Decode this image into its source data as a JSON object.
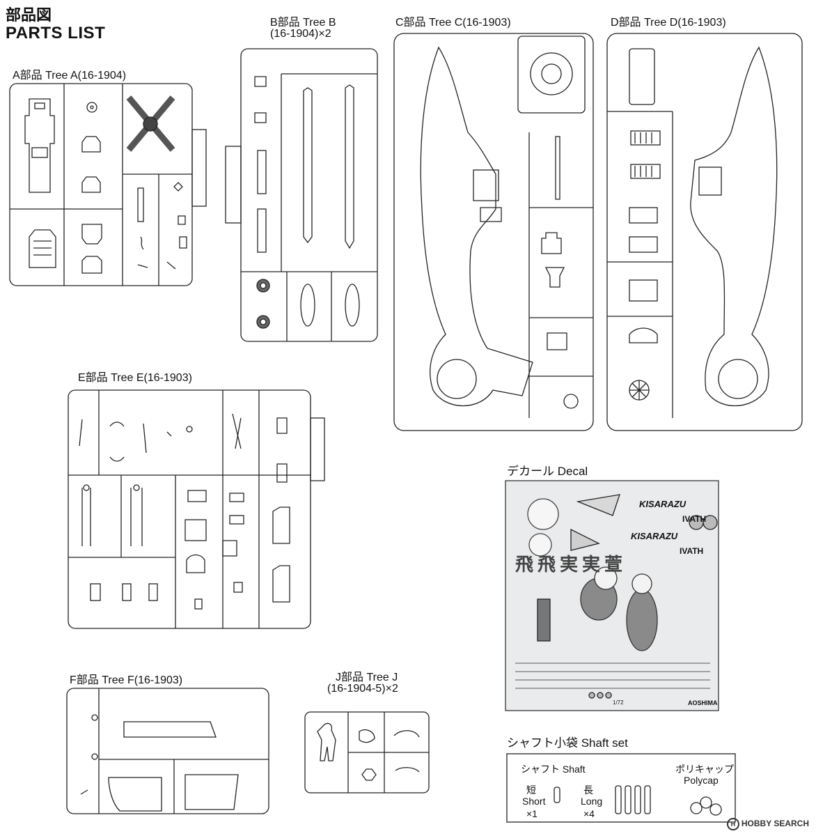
{
  "header": {
    "title_jp": "部品図",
    "title_en": "PARTS LIST"
  },
  "trees": {
    "a": {
      "label": "A部品 Tree A(16-1904)"
    },
    "b": {
      "label": "B部品 Tree B",
      "sub": "(16-1904)×2"
    },
    "c": {
      "label": "C部品 Tree C(16-1903)"
    },
    "d": {
      "label": "D部品 Tree D(16-1903)"
    },
    "e": {
      "label": "E部品 Tree E(16-1903)"
    },
    "f": {
      "label": "F部品 Tree F(16-1903)"
    },
    "j": {
      "label": "J部品 Tree J",
      "sub": "(16-1904-5)×2"
    }
  },
  "decal": {
    "title": "デカール Decal",
    "texts": [
      "KISARAZU",
      "IVATH",
      "KISARAZU",
      "IVATH",
      "飛飛実実萱",
      "1/72",
      "AOSHIMA"
    ]
  },
  "shaft_set": {
    "title": "シャフト小袋 Shaft set",
    "shaft_label": "シャフト Shaft",
    "short_jp": "短",
    "short_en": "Short",
    "short_qty": "×1",
    "long_jp": "長",
    "long_en": "Long",
    "long_qty": "×4",
    "polycap_jp": "ポリキャップ",
    "polycap_en": "Polycap"
  },
  "watermark": {
    "text": "HOBBY SEARCH"
  },
  "colors": {
    "line": "#222222",
    "paper": "#ffffff",
    "decal_bg": "#e9ebec"
  }
}
